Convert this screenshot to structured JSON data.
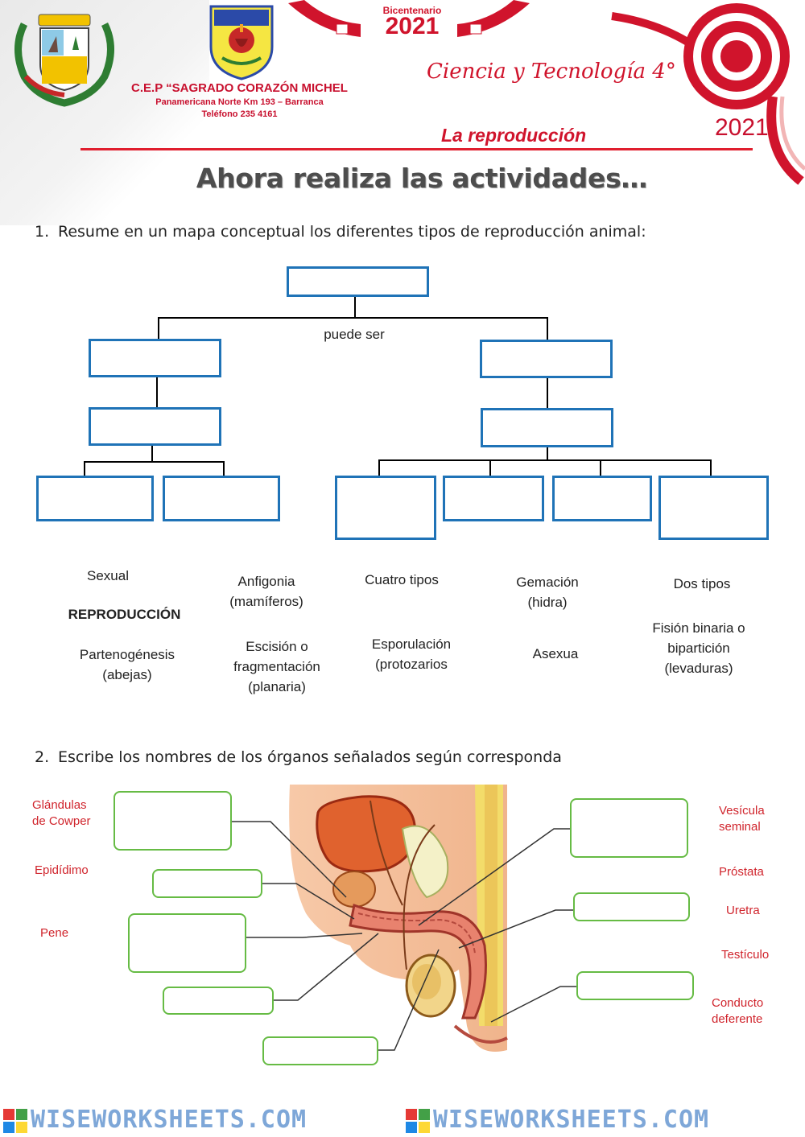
{
  "header": {
    "school_name": "C.E.P “SAGRADO CORAZÓN MICHEL",
    "school_address": "Panamericana Norte Km 193 – Barranca",
    "school_phone": "Teléfono 235 4161",
    "bicentenario_label": "Bicentenario",
    "bicentenario_year": "2021",
    "subject": "Ciencia y Tecnología 4°",
    "topic": "La reproducción",
    "year": "2021"
  },
  "title": "Ahora realiza las actividades…",
  "question1": {
    "number": "1.",
    "text": "Resume en un mapa conceptual los diferentes tipos de reproducción animal:",
    "connector": "puede ser",
    "words": [
      "Sexual",
      "Anfigonia (mamíferos)",
      "Cuatro tipos",
      "Gemación (hidra)",
      "Dos tipos",
      "REPRODUCCIÓN",
      "Fisión binaria o bipartición (levaduras)",
      "Partenogénesis (abejas)",
      "Escisión o fragmentación (planaria)",
      "Esporulación (protozarios",
      "Asexua"
    ]
  },
  "question2": {
    "number": "2.",
    "text": "Escribe los nombres de los órganos señalados según corresponda",
    "labels_left": [
      "Glándulas de Cowper",
      "Epidídimo",
      "Pene"
    ],
    "labels_right": [
      "Vesícula seminal",
      "Próstata",
      "Uretra",
      "Testículo",
      "Conducto deferente"
    ]
  },
  "footer": {
    "watermark": "WISEWORKSHEETS.COM"
  },
  "colors": {
    "accent_red": "#d0142c",
    "map_box_blue": "#1f73b7",
    "answer_box_green": "#66bb44"
  }
}
